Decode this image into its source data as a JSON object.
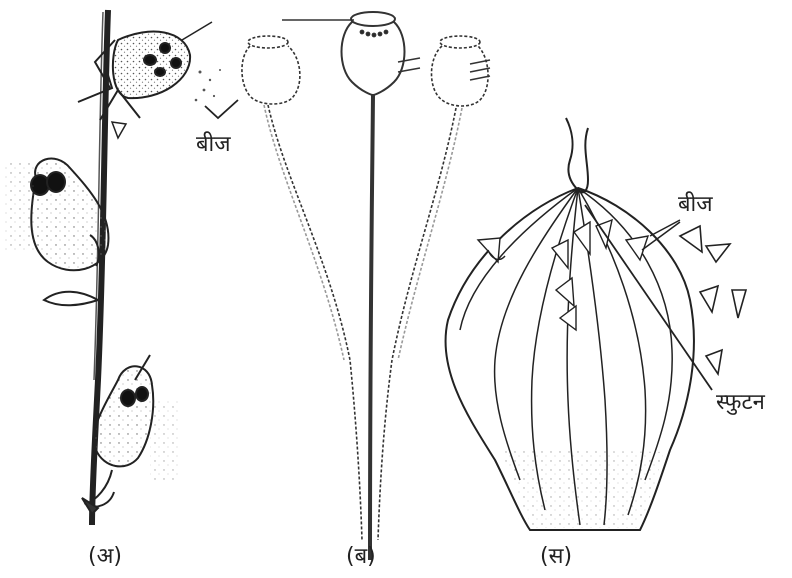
{
  "labels": {
    "seed_a": "बीज",
    "seed_c": "बीज",
    "dehiscence": "स्फुटन"
  },
  "captions": {
    "a": "(अ)",
    "b": "(ब)",
    "c": "(स)"
  }
}
